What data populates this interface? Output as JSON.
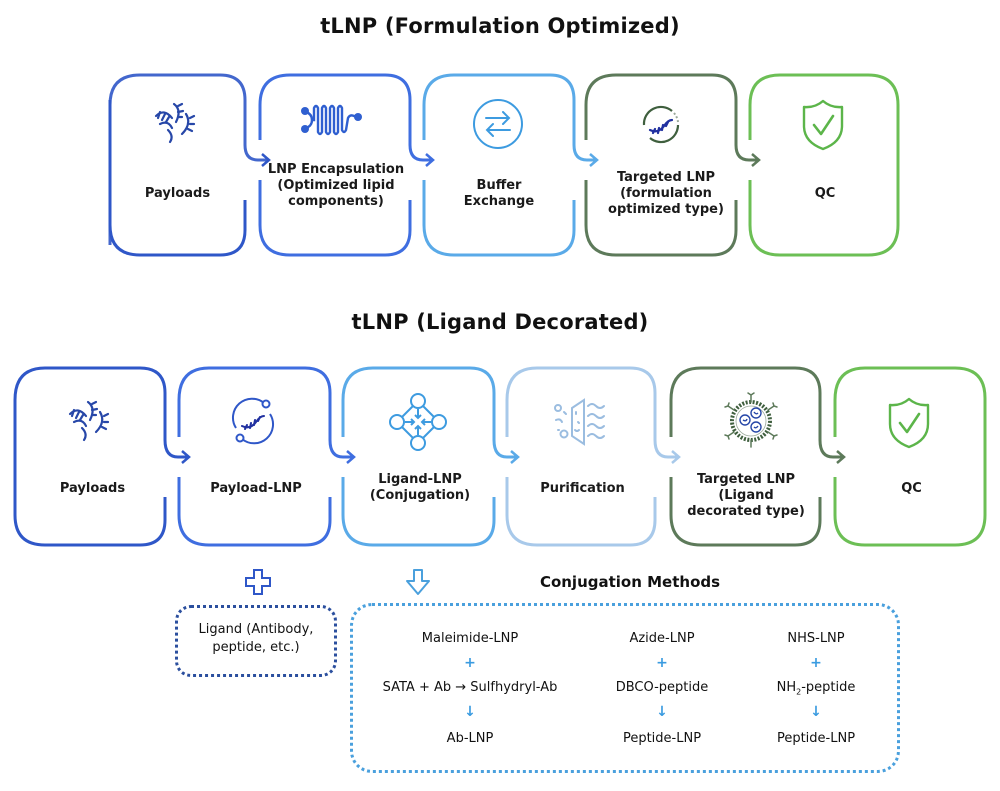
{
  "diagram": {
    "section_formulation": {
      "title": "tLNP (Formulation Optimized)",
      "stages": [
        {
          "label": "Payloads",
          "icon": "dna-strands-icon",
          "color": "#2f57c8"
        },
        {
          "label": "LNP Encapsulation (Optimized lipid components)",
          "icon": "lipid-chain-icon",
          "color": "#3f6ee0"
        },
        {
          "label": "Buffer Exchange",
          "icon": "exchange-arrows-icon",
          "color": "#5aaae8"
        },
        {
          "label": "Targeted LNP (formulation optimized type)",
          "icon": "targeted-rna-circle-icon",
          "color": "#5d7a5a"
        },
        {
          "label": "QC",
          "icon": "shield-check-icon",
          "color": "#6cbf55"
        }
      ]
    },
    "section_ligand": {
      "title": "tLNP (Ligand Decorated)",
      "stages": [
        {
          "label": "Payloads",
          "icon": "dna-strands-icon",
          "color": "#2f57c8"
        },
        {
          "label": "Payload-LNP",
          "icon": "rna-cycle-icon",
          "color": "#3f6ee0"
        },
        {
          "label": "Ligand-LNP (Conjugation)",
          "icon": "conjugation-network-icon",
          "color": "#5aaae8"
        },
        {
          "label": "Purification",
          "icon": "filter-membrane-icon",
          "color": "#a8c9ea"
        },
        {
          "label": "Targeted LNP (Ligand decorated type)",
          "icon": "decorated-lnp-icon",
          "color": "#5d7a5a"
        },
        {
          "label": "QC",
          "icon": "shield-check-icon",
          "color": "#6cbf55"
        }
      ]
    },
    "ligand_box": {
      "label_line1": "Ligand (Antibody,",
      "label_line2": "peptide, etc.)",
      "icon": "plus-icon"
    },
    "conjugation": {
      "title": "Conjugation Methods",
      "icon": "down-arrow-icon",
      "methods": [
        {
          "reactant": "Maleimide-LNP",
          "operator": "+",
          "partner": "SATA + Ab → Sulfhydryl-Ab",
          "result_arrow": "↓",
          "product": "Ab-LNP"
        },
        {
          "reactant": "Azide-LNP",
          "operator": "+",
          "partner": "DBCO-peptide",
          "result_arrow": "↓",
          "product": "Peptide-LNP"
        },
        {
          "reactant": "NHS-LNP",
          "operator": "+",
          "partner_prefix": "NH",
          "partner_sub": "2",
          "partner_suffix": "-peptide",
          "result_arrow": "↓",
          "product": "Peptide-LNP"
        }
      ]
    }
  }
}
